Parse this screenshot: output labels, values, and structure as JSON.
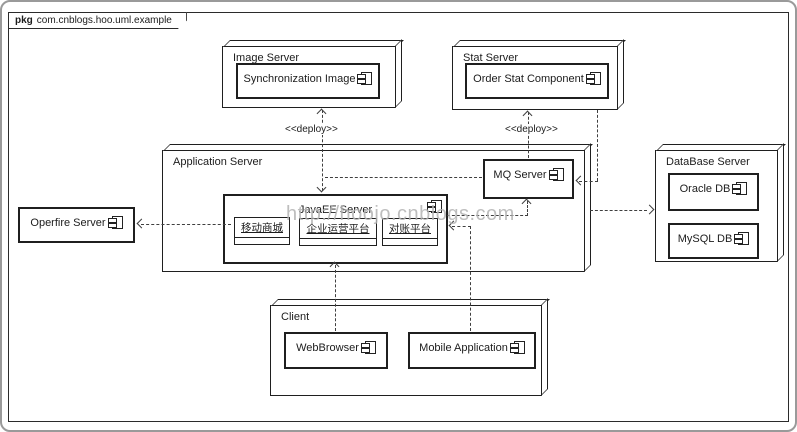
{
  "frame": {
    "keyword": "pkg",
    "title": "com.cnblogs.hoo.uml.example"
  },
  "watermark": "http://hoojo.cnblogs.com",
  "deploy_stereotype": "<<deploy>>",
  "nodes": {
    "image_server": {
      "label": "Image Server",
      "component": {
        "label": "Synchronization Image",
        "icon": "component-icon"
      }
    },
    "stat_server": {
      "label": "Stat Server",
      "component": {
        "label": "Order Stat Component",
        "icon": "component-icon"
      }
    },
    "application_server": {
      "label": "Application Server"
    },
    "mq_server": {
      "label": "MQ Server",
      "icon": "component-icon"
    },
    "javaee_server": {
      "label": "JavaEE Server",
      "icon": "component-icon",
      "modules": [
        {
          "label": "移动商城"
        },
        {
          "label": "企业运营平台"
        },
        {
          "label": "对账平台"
        }
      ]
    },
    "operfire_server": {
      "label": "Operfire Server",
      "icon": "component-icon"
    },
    "database_server": {
      "label": "DataBase Server",
      "components": [
        {
          "label": "Oracle DB"
        },
        {
          "label": "MySQL DB"
        }
      ]
    },
    "client": {
      "label": "Client",
      "components": [
        {
          "label": "WebBrowser"
        },
        {
          "label": "Mobile Application"
        }
      ]
    }
  },
  "colors": {
    "background": "#ffffff",
    "line": "#3f3f3f",
    "border": "#1f1f1f",
    "watermark": "#b3b3b3",
    "outer_border": "#9a9a9a"
  }
}
